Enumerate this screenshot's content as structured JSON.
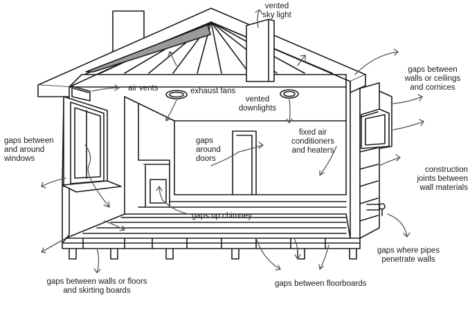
{
  "labels": {
    "vented_sky_light": "vented\nsky light",
    "air_vents": "air vents",
    "exhaust_fans": "exhaust fans",
    "vented_downlights": "vented\ndownlights",
    "gaps_windows": "gaps between\nand around\nwindows",
    "gaps_doors": "gaps\naround\ndoors",
    "fixed_air": "fixed air\nconditioners\nand heaters",
    "gaps_walls_ceilings": "gaps between\nwalls or ceilings\nand cornices",
    "construction_joints": "construction\njoints between\nwall materials",
    "gaps_chimney": "gaps up chimney",
    "gaps_pipes": "gaps where pipes\npenetrate walls",
    "gaps_skirting": "gaps between walls or floors\nand skirting boards",
    "gaps_floorboards": "gaps between floorboards"
  },
  "colors": {
    "line": "#1a1a1a",
    "arrow": "#555555",
    "roof_fill": "#9a9a9a"
  }
}
